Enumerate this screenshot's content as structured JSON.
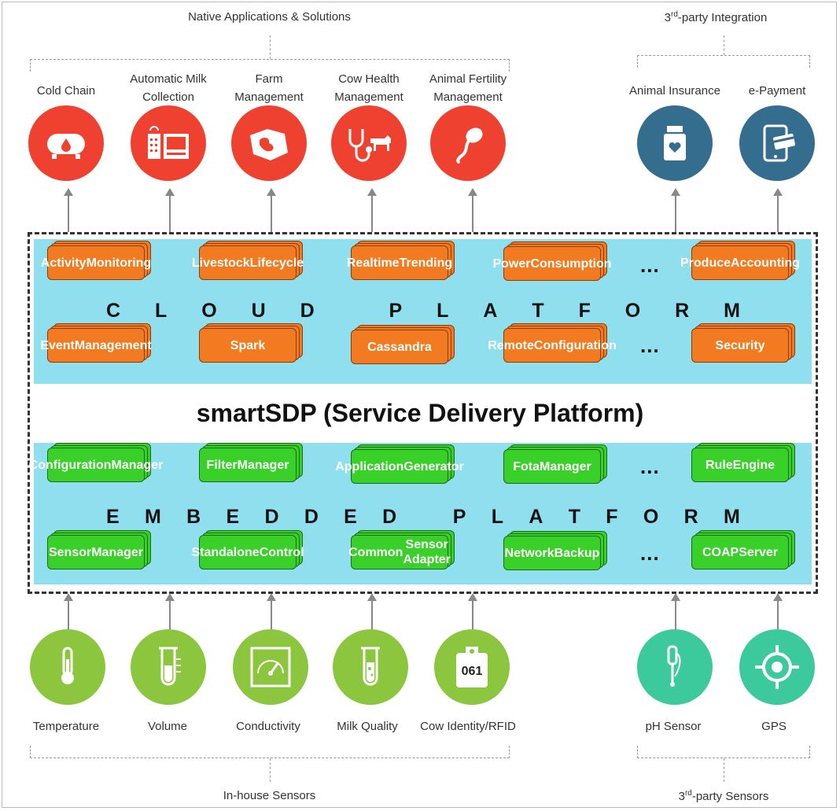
{
  "top_groups": {
    "native": {
      "label": "Native Applications & Solutions"
    },
    "third_party": {
      "label_main": "3",
      "label_sup": "rd",
      "label_rest": "-party Integration"
    }
  },
  "apps": [
    {
      "label_line1": "Cold Chain",
      "label_line2": "",
      "icon": "tank-icon",
      "color": "#ef4130"
    },
    {
      "label_line1": "Automatic Milk",
      "label_line2": "Collection",
      "icon": "milk-machine-icon",
      "color": "#ef4130"
    },
    {
      "label_line1": "Farm",
      "label_line2": "Management",
      "icon": "farm-map-icon",
      "color": "#ef4130"
    },
    {
      "label_line1": "Cow Health",
      "label_line2": "Management",
      "icon": "stethoscope-cow-icon",
      "color": "#ef4130"
    },
    {
      "label_line1": "Animal Fertility",
      "label_line2": "Management",
      "icon": "sperm-icon",
      "color": "#ef4130"
    },
    {
      "label_line1": "Animal Insurance",
      "label_line2": "",
      "icon": "medicine-bottle-icon",
      "color": "#356d8f"
    },
    {
      "label_line1": "e-Payment",
      "label_line2": "",
      "icon": "mobile-card-icon",
      "color": "#356d8f"
    }
  ],
  "cloud": {
    "row1": [
      "Activity\nMonitoring",
      "Livestock\nLifecycle",
      "Realtime\nTrending",
      "Power\nConsumption",
      "Produce\nAccounting"
    ],
    "row2": [
      "Event\nManagement",
      "Spark",
      "Cassandra",
      "Remote\nConfiguration",
      "Security"
    ],
    "title_letters": [
      "C",
      "L",
      "O",
      "U",
      "D",
      "",
      "P",
      "L",
      "A",
      "T",
      "F",
      "O",
      "R",
      "M"
    ],
    "ellipsis": "..."
  },
  "sdp_title": "smartSDP (Service Delivery Platform)",
  "embedded": {
    "row1": [
      "Configuration\nManager",
      "Filter\nManager",
      "Application\nGenerator",
      "Fota\nManager",
      "Rule\nEngine"
    ],
    "row2": [
      "Sensor\nManager",
      "Standalone\nControl",
      "Common\nSensor Adapter",
      "Network\nBackup",
      "COAP\nServer"
    ],
    "title_letters": [
      "E",
      "M",
      "B",
      "E",
      "D",
      "D",
      "E",
      "D",
      "",
      "P",
      "L",
      "A",
      "T",
      "F",
      "O",
      "R",
      "M"
    ],
    "ellipsis": "..."
  },
  "sensors": [
    {
      "label": "Temperature",
      "icon": "thermometer-icon",
      "color": "#8cc63f"
    },
    {
      "label": "Volume",
      "icon": "test-tube-icon",
      "color": "#8cc63f"
    },
    {
      "label": "Conductivity",
      "icon": "gauge-icon",
      "color": "#8cc63f"
    },
    {
      "label": "Milk Quality",
      "icon": "flask-icon",
      "color": "#8cc63f"
    },
    {
      "label": "Cow Identity/RFID",
      "icon": "ear-tag-icon",
      "tag_text": "061",
      "color": "#8cc63f"
    },
    {
      "label": "pH Sensor",
      "icon": "ph-probe-icon",
      "color": "#3cc99c"
    },
    {
      "label": "GPS",
      "icon": "crosshair-icon",
      "color": "#3cc99c"
    }
  ],
  "bottom_groups": {
    "inhouse": {
      "label": "In-house Sensors"
    },
    "third_party": {
      "label_main": "3",
      "label_sup": "rd",
      "label_rest": "-party Sensors"
    }
  }
}
